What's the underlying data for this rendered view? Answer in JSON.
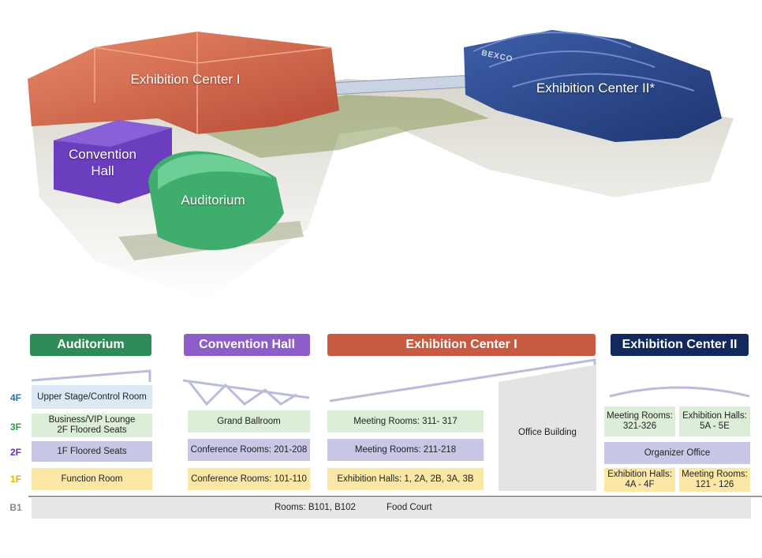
{
  "map": {
    "labels": {
      "ec1": "Exhibition Center I",
      "ec2": "Exhibition Center II*",
      "convention_line1": "Convention",
      "convention_line2": "Hall",
      "auditorium": "Auditorium"
    },
    "signage": "BEXCO"
  },
  "floors": [
    "4F",
    "3F",
    "2F",
    "1F",
    "B1"
  ],
  "colors": {
    "auditorium": "#2e8b57",
    "convention": "#8e5ec8",
    "ec1": "#c85a42",
    "ec2": "#13285c",
    "floor4": "#dce9f5",
    "floor3": "#dcedd8",
    "floor2": "#c8c8e6",
    "floor1": "#fbe8a6",
    "office": "#e4e4e4",
    "b1": "#e6e6e6"
  },
  "auditorium": {
    "header": "Auditorium",
    "f4": "Upper Stage/Control Room",
    "f3_line1": "Business/VIP Lounge",
    "f3_line2": "2F Floored Seats",
    "f2": "1F Floored Seats",
    "f1": "Function Room"
  },
  "convention": {
    "header": "Convention Hall",
    "f3": "Grand Ballroom",
    "f2": "Conference Rooms: 201-208",
    "f1": "Conference Rooms: 101-110"
  },
  "ec1": {
    "header": "Exhibition Center I",
    "f3": "Meeting Rooms: 311- 317",
    "f2": "Meeting Rooms: 211-218",
    "f1": "Exhibition Halls: 1, 2A, 2B, 3A, 3B",
    "office": "Office Building"
  },
  "ec2": {
    "header": "Exhibition Center II",
    "f3_left_line1": "Meeting Rooms:",
    "f3_left_line2": "321-326",
    "f3_right_line1": "Exhibition Halls:",
    "f3_right_line2": "5A - 5E",
    "f2": "Organizer Office",
    "f1_left_line1": "Exhibition Halls:",
    "f1_left_line2": "4A - 4F",
    "f1_right_line1": "Meeting Rooms:",
    "f1_right_line2": "121 - 126"
  },
  "b1": {
    "rooms": "Rooms: B101, B102",
    "food": "Food Court"
  }
}
